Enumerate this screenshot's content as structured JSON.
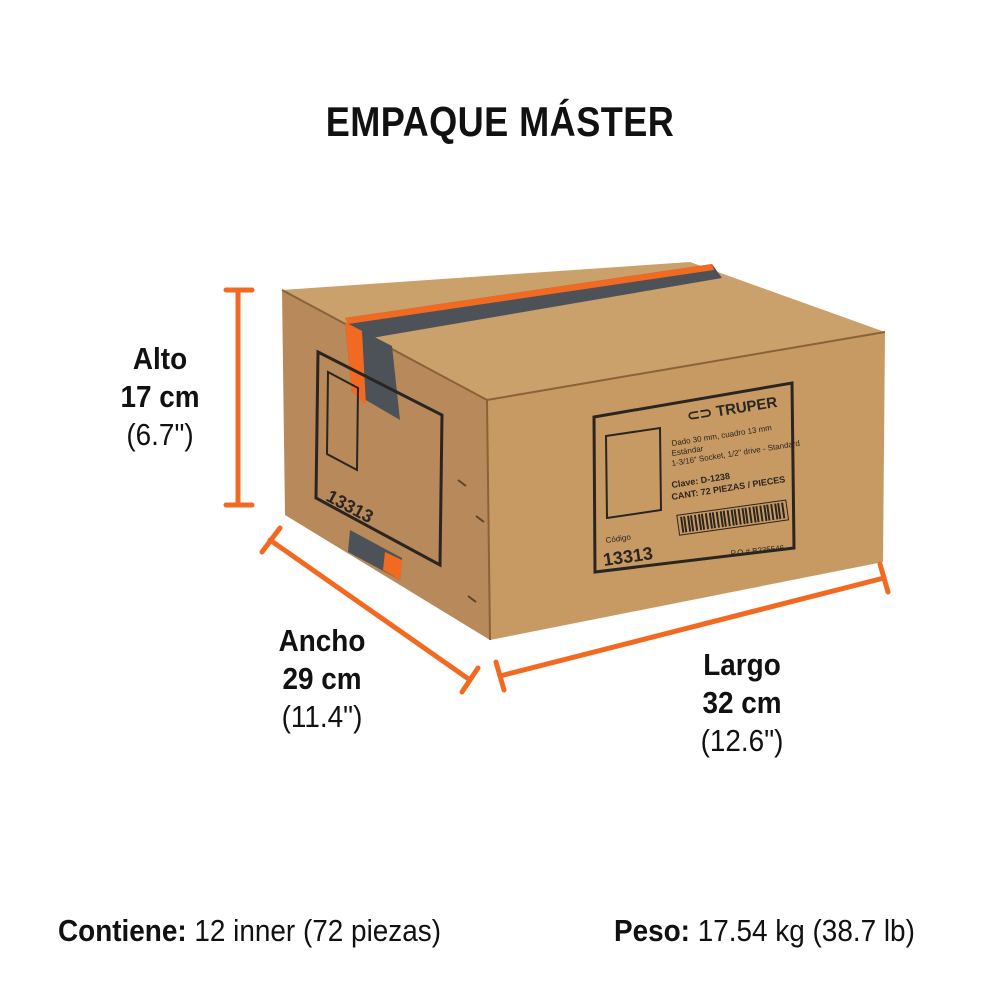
{
  "title": "EMPAQUE MÁSTER",
  "dimensions": {
    "alto": {
      "label": "Alto",
      "metric": "17 cm",
      "imperial": "(6.7\")"
    },
    "ancho": {
      "label": "Ancho",
      "metric": "29 cm",
      "imperial": "(11.4\")"
    },
    "largo": {
      "label": "Largo",
      "metric": "32 cm",
      "imperial": "(12.6\")"
    }
  },
  "box_label": {
    "brand": "TRUPER",
    "description_1": "Dado 30 mm, cuadro 13 mm",
    "description_2": "Estándar",
    "description_3": "1-3/16\" Socket, 1/2\" drive - Standard",
    "code_label": "Código",
    "code": "13313",
    "clave": "D-1238",
    "quantity": "72 PIEZAS / PIECES",
    "po": "P.O.# B235546"
  },
  "footer": {
    "contiene_label": "Contiene:",
    "contiene_value": " 12 inner (72 piezas)",
    "peso_label": "Peso:",
    "peso_value": " 17.54 kg (38.7 lb)"
  },
  "colors": {
    "accent": "#f26a21",
    "cardboard": "#c99a62",
    "text": "#111111"
  }
}
